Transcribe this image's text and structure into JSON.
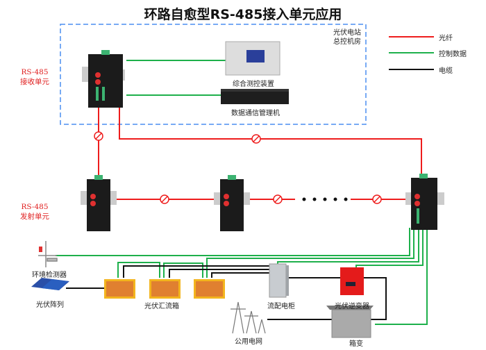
{
  "title": "环路自愈型RS-485接入单元应用",
  "control_room": {
    "label_line1": "光伏电站",
    "label_line2": "总控机房",
    "devices": [
      {
        "name": "综合测控装置"
      },
      {
        "name": "数据通信管理机"
      }
    ]
  },
  "units": {
    "receiver": {
      "line1": "RS-485",
      "line2": "接收单元"
    },
    "transmitter": {
      "line1": "RS-485",
      "line2": "发射单元"
    }
  },
  "legend": [
    {
      "label": "光纤",
      "color": "#ee1c1c"
    },
    {
      "label": "控制数据",
      "color": "#1db04b"
    },
    {
      "label": "电缆",
      "color": "#111111"
    }
  ],
  "field_devices": {
    "env_monitor": "环境检测器",
    "pv_array": "光伏阵列",
    "combiner_box": "光伏汇流箱",
    "distribution_cabinet": "流配电柜",
    "inverter": "光伏逆变器",
    "public_grid": "公用电网",
    "box_transformer": "箱变"
  }
}
